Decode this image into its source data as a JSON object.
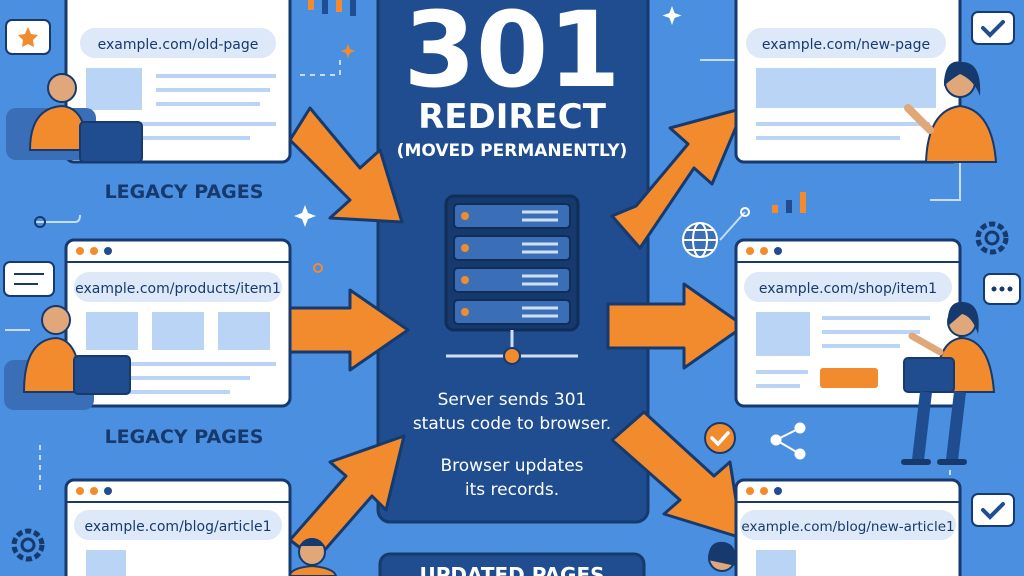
{
  "center": {
    "code": "301",
    "title": "REDIRECT",
    "subtitle": "(MOVED PERMANENTLY)",
    "desc1_line1": "Server sends 301",
    "desc1_line2": "status code to browser.",
    "desc2_line1": "Browser updates",
    "desc2_line2": "its records.",
    "bottom_label": "UPDATED PAGES"
  },
  "left_labels": {
    "label1": "LEGACY PAGES",
    "label2": "LEGACY PAGES"
  },
  "old_pages": [
    {
      "url": "example.com/old-page"
    },
    {
      "url": "example.com/products/item1"
    },
    {
      "url": "example.com/blog/article1"
    }
  ],
  "new_pages": [
    {
      "url": "example.com/new-page"
    },
    {
      "url": "example.com/shop/item1"
    },
    {
      "url": "example.com/blog/new-article1"
    }
  ],
  "colors": {
    "background": "#4a8fe0",
    "panel": "#1f4d8f",
    "outline": "#163a6e",
    "accent": "#f28a2e",
    "window": "#ffffff",
    "url_bar": "#dde9f8",
    "placeholder": "#b9d4f4",
    "server_rack": "#3a6fb8"
  },
  "icons": {
    "left_top": "star-speech-icon",
    "left_mid": "chat-bubble-icon",
    "left_bottom": "gear-icon",
    "right_top": "checkmark-chat-icon",
    "right_mid1": "gear-icon",
    "right_mid2": "ellipsis-chat-icon",
    "right_mid3": "share-icon",
    "right_bottom": "checkmark-chat-icon",
    "globe": "globe-icon",
    "server": "server-icon"
  }
}
